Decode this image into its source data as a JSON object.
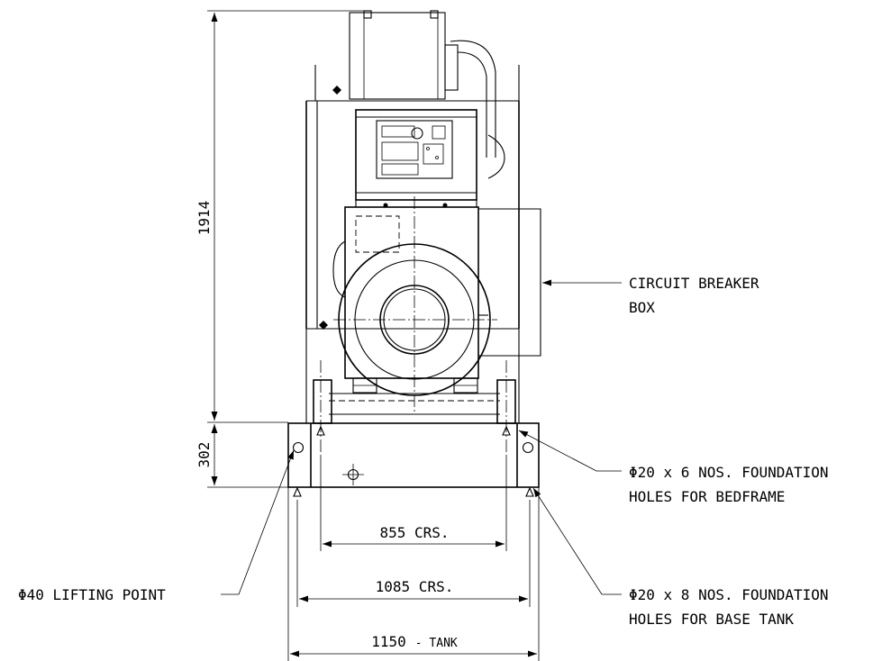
{
  "dimensions": {
    "height_total": "1914",
    "height_tank": "302",
    "bedframe_crs": "855 CRS.",
    "base_tank_crs": "1085 CRS.",
    "tank_width_value": "1150",
    "tank_width_suffix": "- TANK"
  },
  "labels": {
    "circuit_breaker_line1": "CIRCUIT BREAKER",
    "circuit_breaker_line2": "BOX",
    "bedframe_holes_line1": "Φ20 x 6 NOS. FOUNDATION",
    "bedframe_holes_line2": "HOLES FOR BEDFRAME",
    "lifting_point": "Φ40 LIFTING POINT",
    "base_tank_holes_line1": "Φ20 x 8 NOS. FOUNDATION",
    "base_tank_holes_line2": "HOLES FOR BASE TANK"
  }
}
